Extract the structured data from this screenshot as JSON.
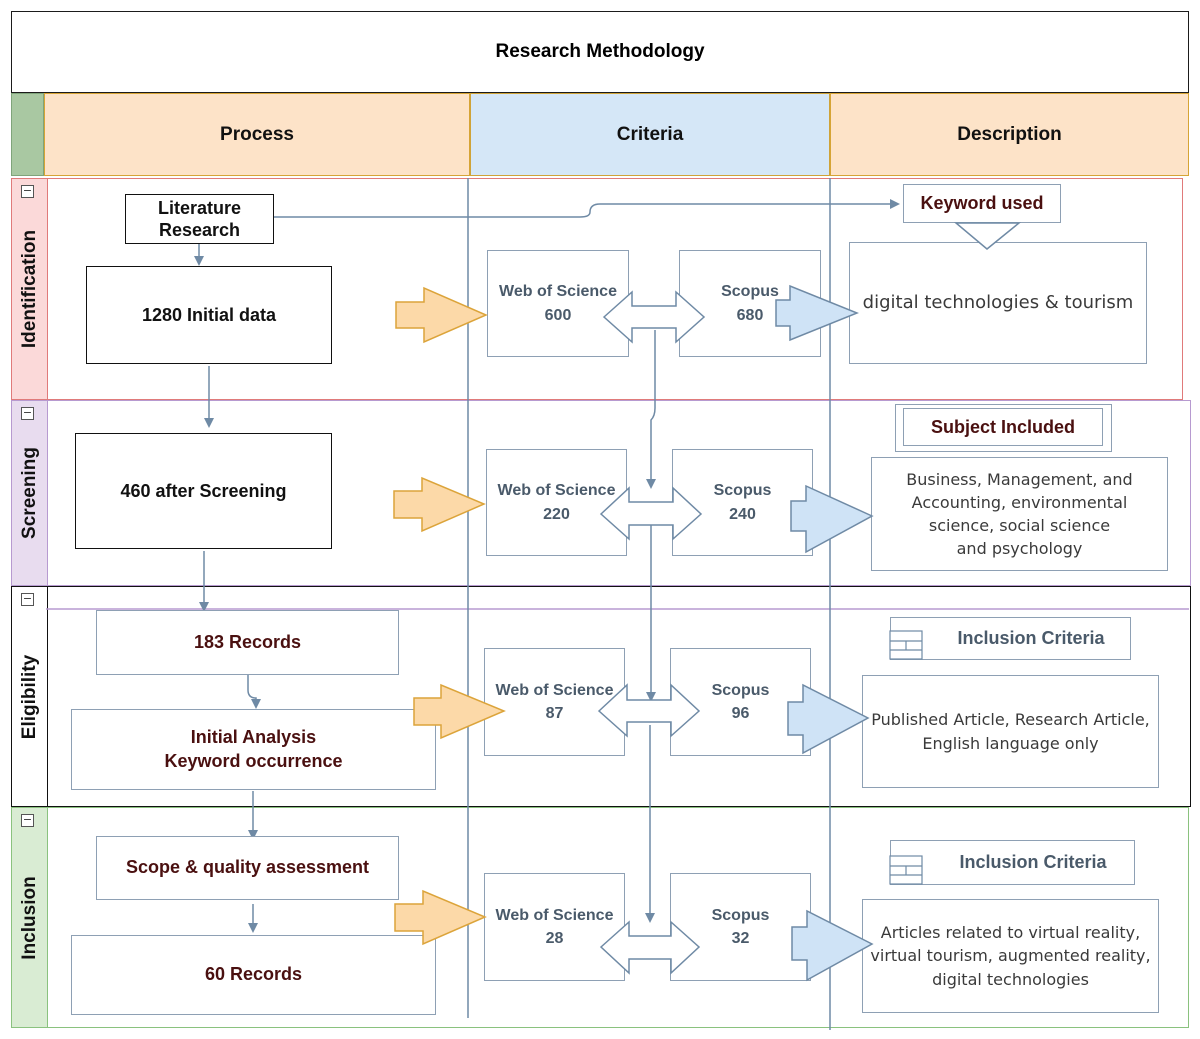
{
  "title": "Research Methodology",
  "headers": {
    "process": "Process",
    "criteria": "Criteria",
    "description": "Description"
  },
  "lanes": {
    "identification": "Identification",
    "screening": "Screening",
    "eligibility": "Eligibility",
    "inclusion": "Inclusion"
  },
  "process": {
    "literature_line1": "Literature",
    "literature_line2": "Research",
    "initial_data": "1280 Initial data",
    "after_screening": "460 after Screening",
    "records_183": "183 Records",
    "initial_analysis_line1": "Initial Analysis",
    "initial_analysis_line2": "Keyword occurrence",
    "scope_quality": "Scope & quality assessment",
    "records_60": "60 Records"
  },
  "criteria": {
    "identification": {
      "wos_label": "Web of Science",
      "wos_value": "600",
      "scopus_label": "Scopus",
      "scopus_value": "680"
    },
    "screening": {
      "wos_label": "Web of Science",
      "wos_value": "220",
      "scopus_label": "Scopus",
      "scopus_value": "240"
    },
    "eligibility": {
      "wos_label": "Web of Science",
      "wos_value": "87",
      "scopus_label": "Scopus",
      "scopus_value": "96"
    },
    "inclusion": {
      "wos_label": "Web of Science",
      "wos_value": "28",
      "scopus_label": "Scopus",
      "scopus_value": "32"
    }
  },
  "description": {
    "keyword_used": "Keyword used",
    "keyword_text": "digital technologies & tourism",
    "subject_included": "Subject Included",
    "subject_line1": "Business, Management, and",
    "subject_line2": "Accounting, environmental",
    "subject_line3": "science, social science",
    "subject_line4": "and psychology",
    "inclusion_criteria_1": "Inclusion Criteria",
    "inclusion_text1_line1": "Published Article, Research Article,",
    "inclusion_text1_line2": "English language only",
    "inclusion_criteria_2": "Inclusion Criteria",
    "inclusion_text2_line1": "Articles related to virtual reality,",
    "inclusion_text2_line2": "virtual tourism, augmented reality,",
    "inclusion_text2_line3": "digital technologies"
  },
  "colors": {
    "identification_border": "#e07a7a",
    "identification_label_bg": "#fbd9d9",
    "screening_border": "#b79ad0",
    "screening_label_bg": "#e8dcef",
    "eligibility_border": "#111111",
    "eligibility_label_bg": "#ffffff",
    "inclusion_border": "#8ac27e",
    "inclusion_label_bg": "#d9ecd3",
    "orange_arrow_fill": "#fcd9a8",
    "orange_arrow_stroke": "#dca43a",
    "blue_arrow_fill": "#cfe3f6",
    "connector": "#6f8aa5"
  }
}
